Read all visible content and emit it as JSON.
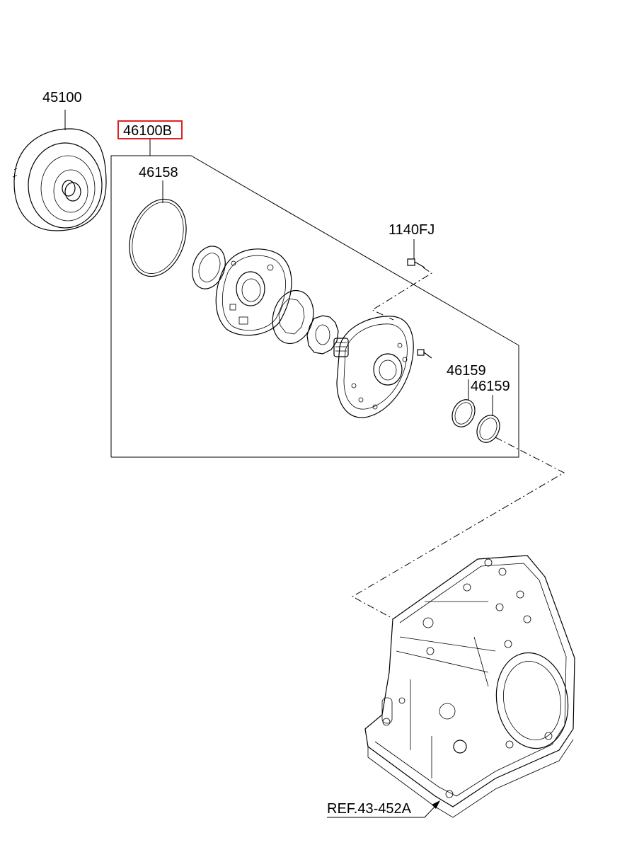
{
  "callouts": {
    "torque_converter": "45100",
    "pump_assembly": "46100B",
    "o_ring_large": "46158",
    "bolt": "1140FJ",
    "seal_ring_a": "46159",
    "seal_ring_b": "46159",
    "reference": "REF.43-452A"
  },
  "highlight": {
    "callout": "pump_assembly",
    "color": "#e02020"
  },
  "colors": {
    "line": "#000000",
    "background": "#ffffff"
  }
}
